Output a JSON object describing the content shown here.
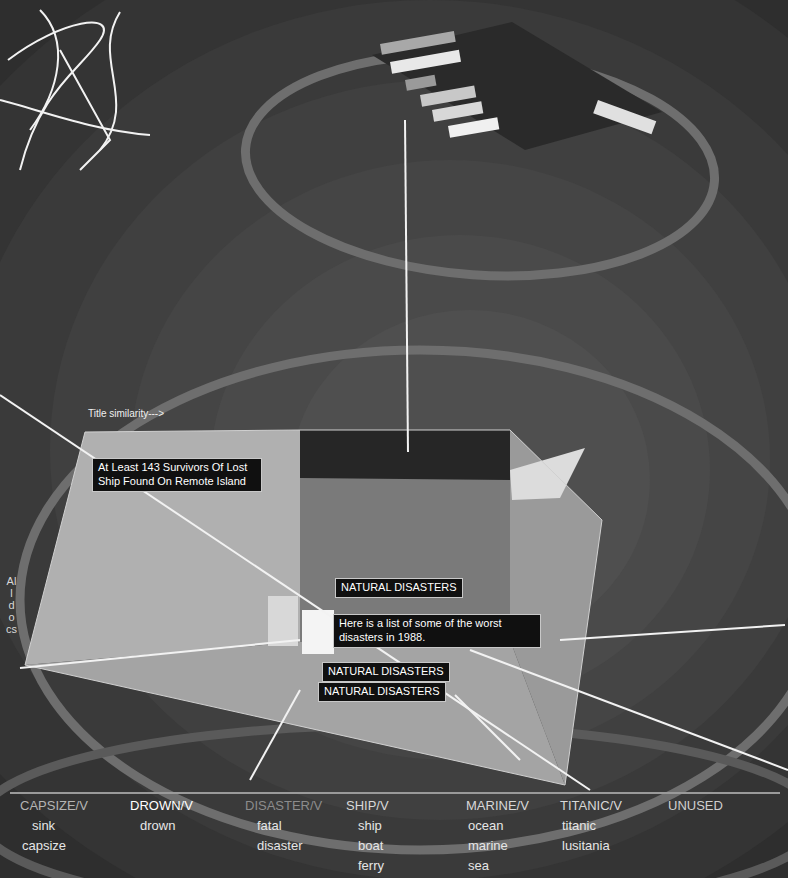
{
  "diagram": {
    "nodes": [
      {
        "text": [
          "At Least 143 Survivors Of Lost Ship Found On Remote Island"
        ]
      },
      {
        "text": [
          "NATURAL DISASTERS"
        ]
      },
      {
        "text": [
          "Here is a list of some of the worst disasters in 1988."
        ]
      },
      {
        "text": [
          "NATURAL DISASTERS"
        ]
      },
      {
        "text": [
          "NATURAL DISASTERS"
        ]
      }
    ],
    "labels": [
      "Title similarity--->",
      "All docs",
      "CAPSIZE/V",
      "DROWN/V",
      "DISASTER/V",
      "SHIP/V",
      "MARINE/V",
      "TITANIC/V",
      "UNUSED",
      "sink",
      "drown",
      "fatal",
      "ship",
      "ocean",
      "titanic",
      "capsize",
      "disaster",
      "boat",
      "marine",
      "lusitania",
      "ferry",
      "sea"
    ]
  }
}
